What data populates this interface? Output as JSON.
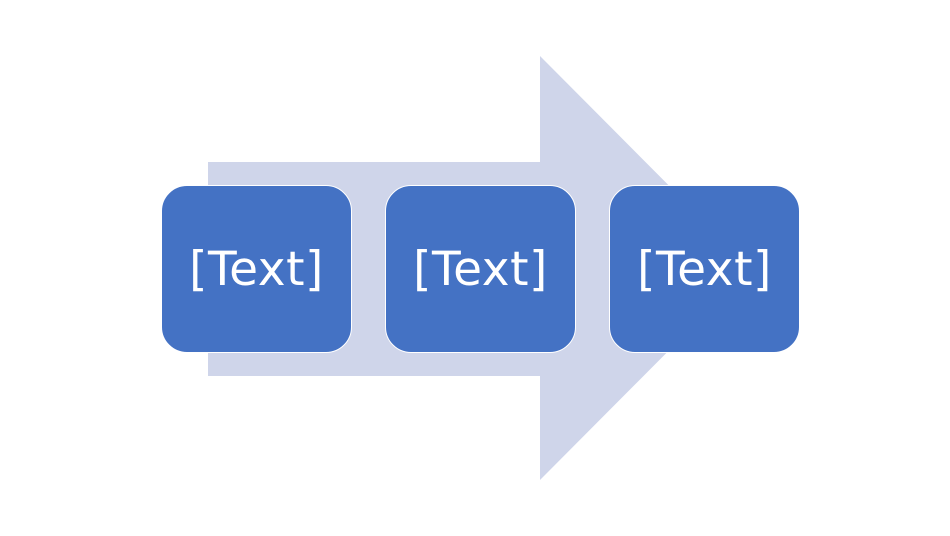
{
  "diagram": {
    "arrow_color": "#CFD5EA",
    "box_color": "#4472C4",
    "text_color": "#FFFFFF",
    "steps": [
      {
        "label": "[Text]"
      },
      {
        "label": "[Text]"
      },
      {
        "label": "[Text]"
      }
    ]
  }
}
